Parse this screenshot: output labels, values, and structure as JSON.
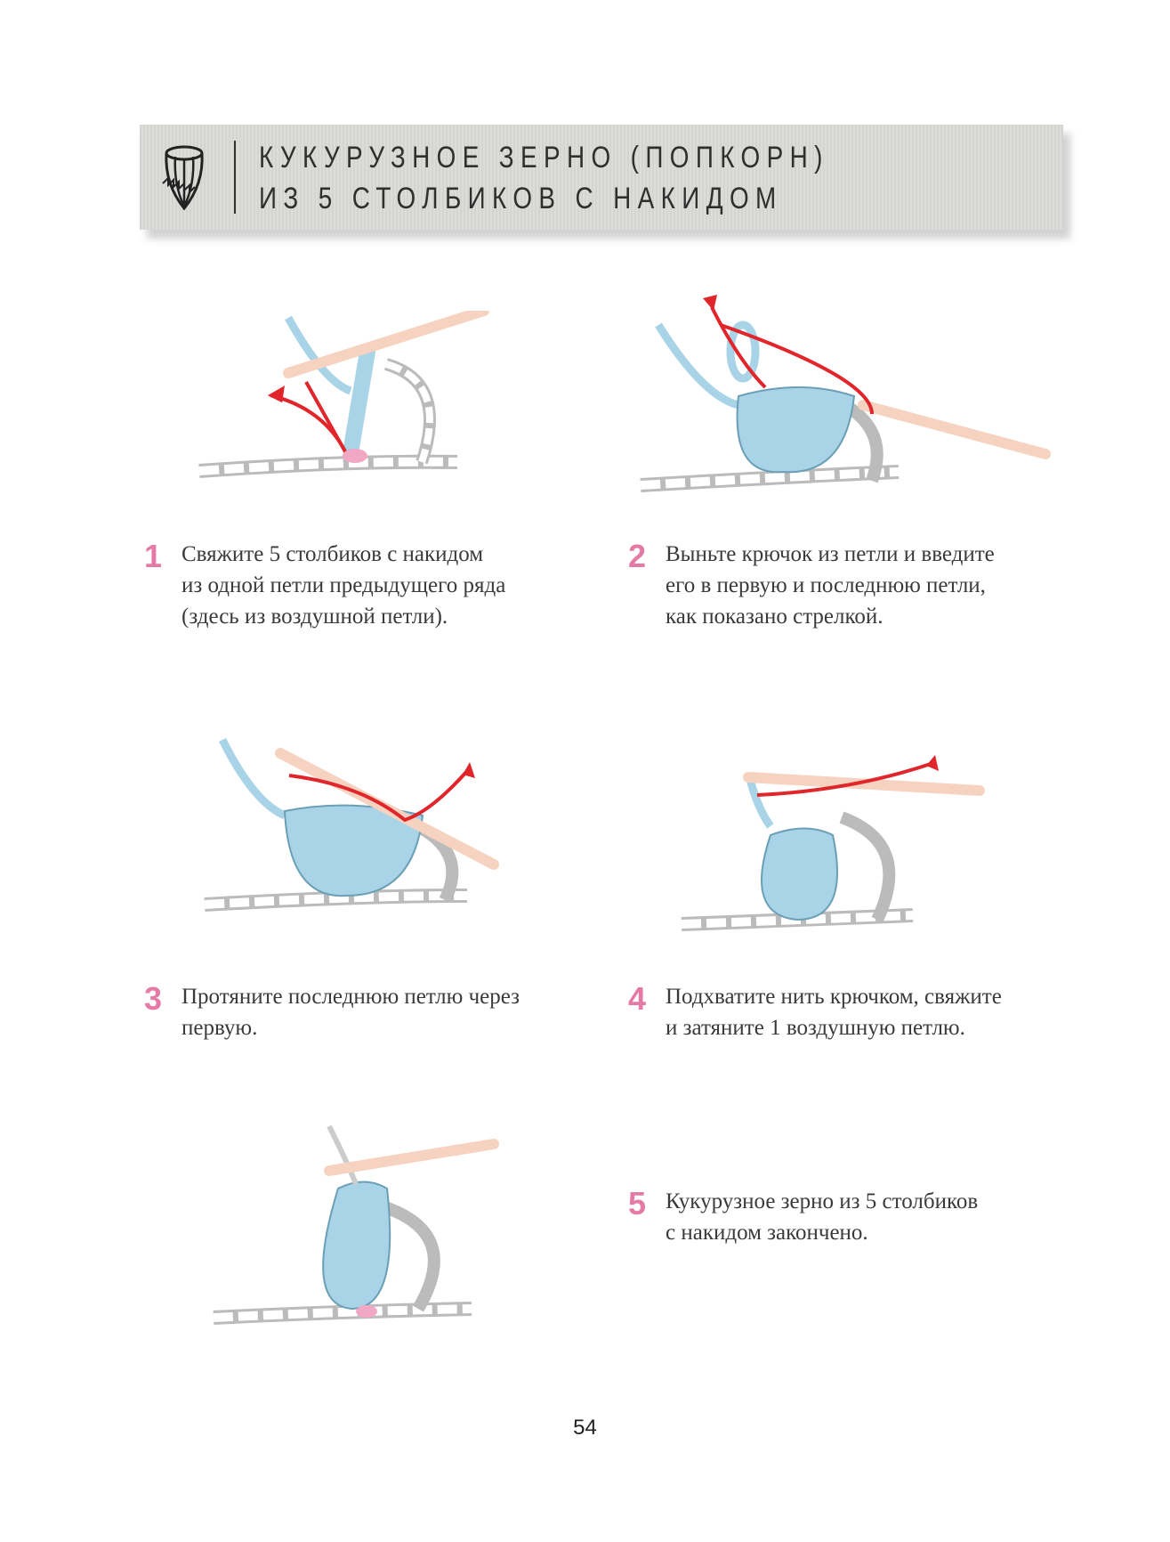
{
  "header": {
    "title_line1": "КУКУРУЗНОЕ ЗЕРНО (ПОПКОРН)",
    "title_line2": "ИЗ 5 СТОЛБИКОВ С НАКИДОМ",
    "icon": "popcorn-stitch-icon"
  },
  "steps": [
    {
      "number": "1",
      "lines": [
        "Свяжите 5 столбиков с накидом",
        "из одной петли предыдущего ряда",
        "(здесь из воздушной петли)."
      ]
    },
    {
      "number": "2",
      "lines": [
        "Выньте крючок из петли и введите",
        "его в первую и последнюю петли,",
        "как показано стрелкой."
      ]
    },
    {
      "number": "3",
      "lines": [
        "Протяните последнюю петлю через",
        "первую."
      ]
    },
    {
      "number": "4",
      "lines": [
        "Подхватите нить крючком, свяжите",
        "и затяните 1 воздушную петлю."
      ]
    },
    {
      "number": "5",
      "lines": [
        "Кукурузное зерно из 5 столбиков",
        "с накидом закончено."
      ]
    }
  ],
  "page_number": "54",
  "colors": {
    "accent": "#e67aa6",
    "yarn": "#a9d3e6",
    "hook": "#f6d3c0",
    "arrow": "#e0262b"
  }
}
